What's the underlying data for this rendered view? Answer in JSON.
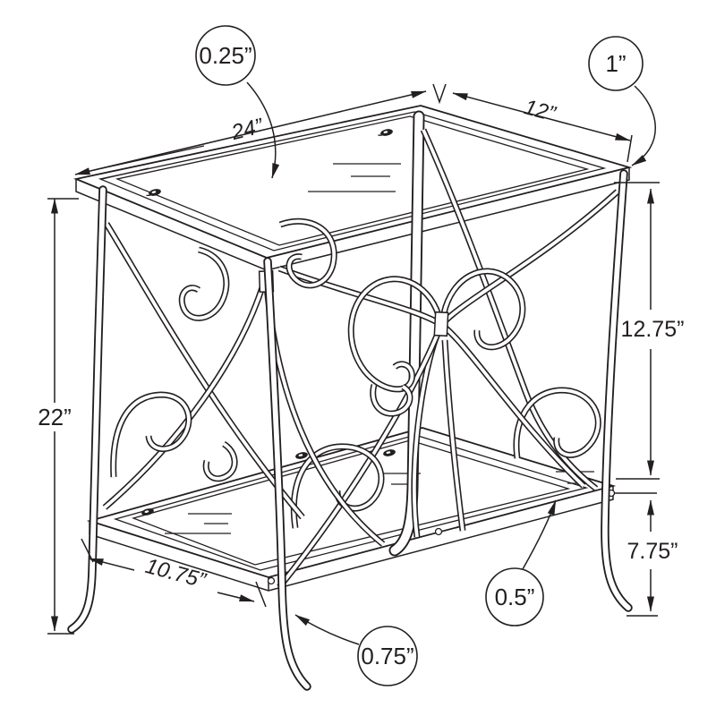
{
  "diagram": {
    "background_color": "#ffffff",
    "line_color": "#231f20",
    "dimensions": {
      "top_length": "24”",
      "top_depth": "12”",
      "overall_height": "22”",
      "top_to_shelf": "12.75”",
      "shelf_to_floor": "7.75”",
      "shelf_bottom_length": "10.75”"
    },
    "callouts": {
      "glass_top_thickness": "0.25”",
      "top_rim_thickness": "1”",
      "shelf_glass_thickness": "0.5”",
      "frame_tube_thickness": "0.75”"
    }
  }
}
